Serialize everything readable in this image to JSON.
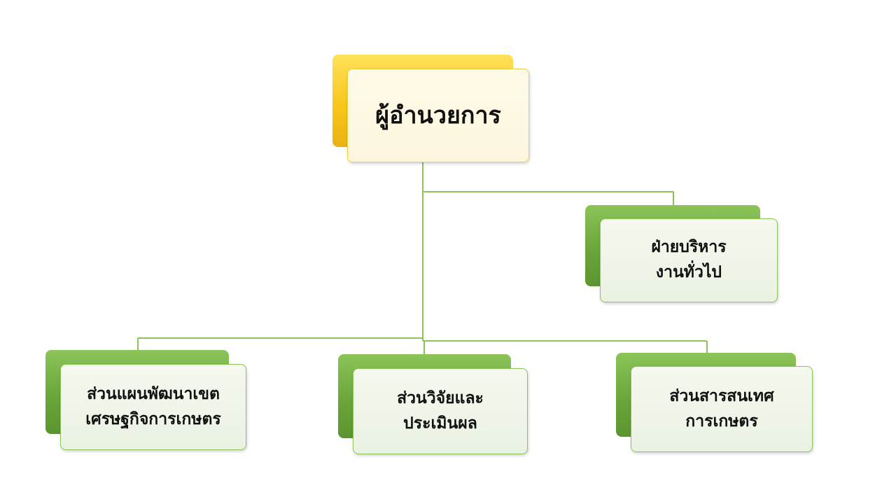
{
  "org_chart": {
    "director": {
      "label": "ผู้อำนวยการ"
    },
    "admin": {
      "line1": "ฝ่ายบริหาร",
      "line2": "งานทั่วไป"
    },
    "plan": {
      "line1": "ส่วนแผนพัฒนาเขต",
      "line2": "เศรษฐกิจการเกษตร"
    },
    "research": {
      "line1": "ส่วนวิจัยและ",
      "line2": "ประเมินผล"
    },
    "info": {
      "line1": "ส่วนสารสนเทศ",
      "line2": "การเกษตร"
    }
  },
  "colors": {
    "connector": "#8cc45a",
    "green_accent": "#6aa63a",
    "gold_accent": "#f7c61b"
  }
}
